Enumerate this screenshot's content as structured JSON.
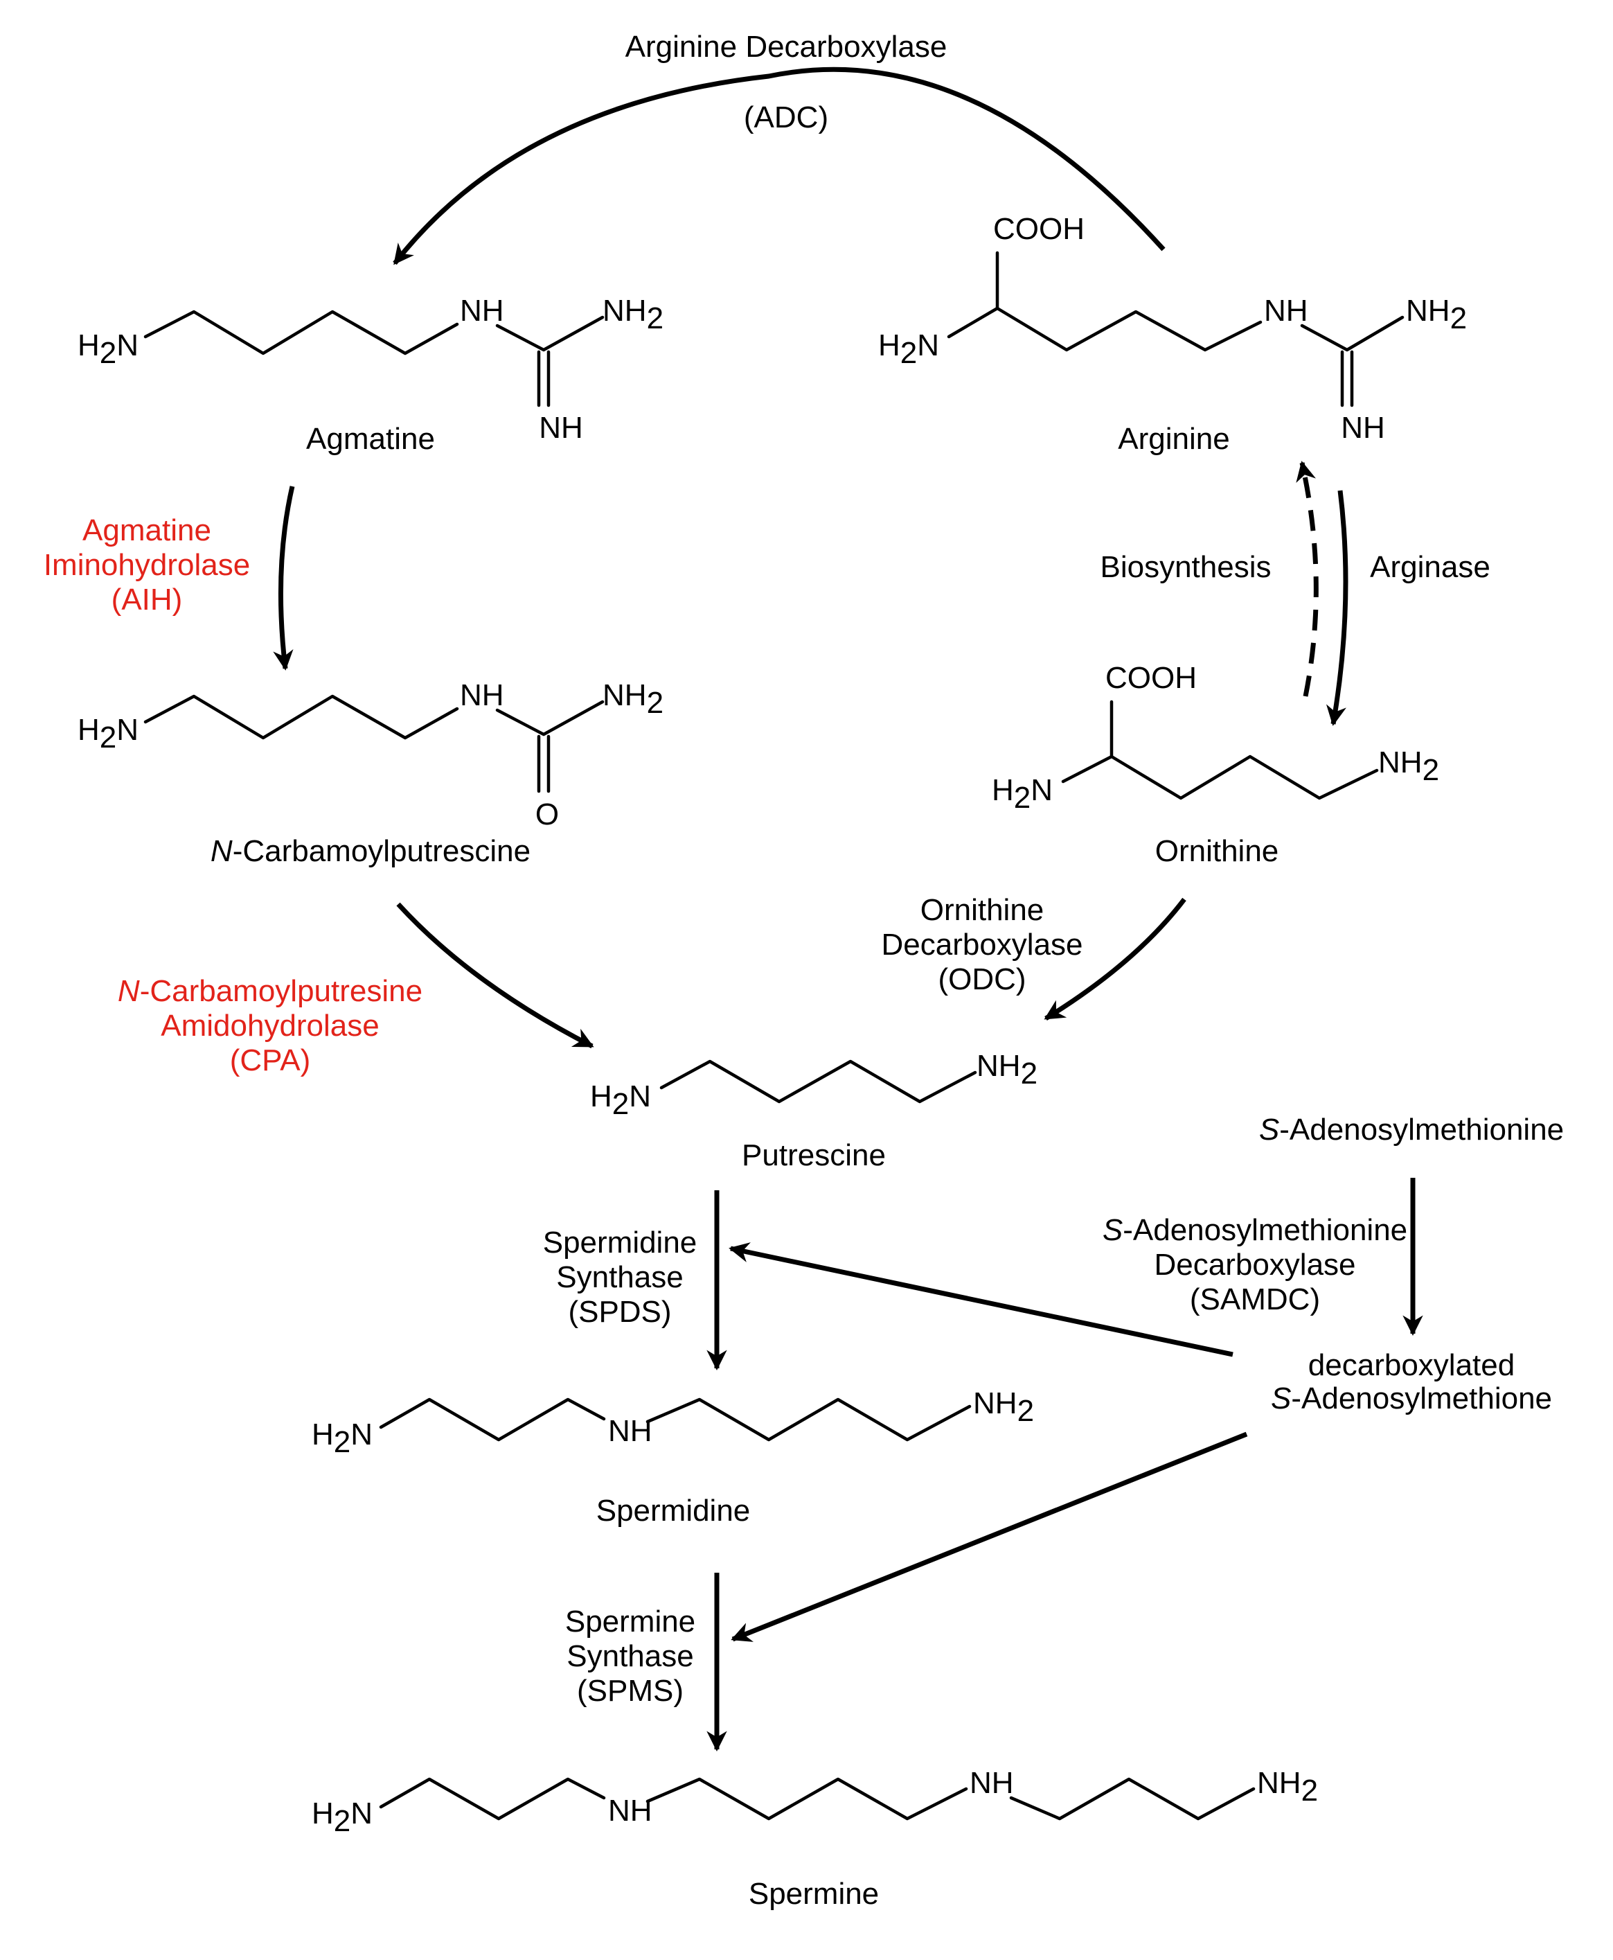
{
  "molecules": {
    "agmatine": {
      "name": "Agmatine",
      "atoms": {
        "amine": "H",
        "amine_sub": "2",
        "amine_n": "N",
        "nh": "NH",
        "nh2": "NH",
        "nh2_sub": "2",
        "imine": "NH"
      }
    },
    "arginine": {
      "name": "Arginine",
      "atoms": {
        "cooh": "COOH",
        "amine": "H",
        "amine_sub": "2",
        "amine_n": "N",
        "nh": "NH",
        "nh2": "NH",
        "nh2_sub": "2",
        "imine": "NH"
      }
    },
    "carbamoylputrescine": {
      "name_italic": "N",
      "name_rest": "-Carbamoylputrescine",
      "atoms": {
        "amine": "H",
        "amine_sub": "2",
        "amine_n": "N",
        "nh": "NH",
        "nh2": "NH",
        "nh2_sub": "2",
        "oxygen": "O"
      }
    },
    "ornithine": {
      "name": "Ornithine",
      "atoms": {
        "cooh": "COOH",
        "amine": "H",
        "amine_sub": "2",
        "amine_n": "N",
        "nh2": "NH",
        "nh2_sub": "2"
      }
    },
    "putrescine": {
      "name": "Putrescine",
      "atoms": {
        "amine": "H",
        "amine_sub": "2",
        "amine_n": "N",
        "nh2": "NH",
        "nh2_sub": "2"
      }
    },
    "spermidine": {
      "name": "Spermidine",
      "atoms": {
        "amine": "H",
        "amine_sub": "2",
        "amine_n": "N",
        "nh": "NH",
        "nh2": "NH",
        "nh2_sub": "2"
      }
    },
    "spermine": {
      "name": "Spermine",
      "atoms": {
        "amine": "H",
        "amine_sub": "2",
        "amine_n": "N",
        "nh_a": "NH",
        "nh_b": "NH",
        "nh2": "NH",
        "nh2_sub": "2"
      }
    },
    "sam": {
      "name_italic": "S",
      "name_rest": "-Adenosylmethionine"
    },
    "dcsam": {
      "line1": "decarboxylated",
      "line2_italic": "S",
      "line2_rest": "-Adenosylmethione"
    }
  },
  "enzymes": {
    "adc": {
      "line1": "Arginine Decarboxylase",
      "line2": "(ADC)"
    },
    "aih": {
      "line1": "Agmatine",
      "line2": "Iminohydrolase",
      "line3": "(AIH)",
      "color": "#e2231a"
    },
    "cpa": {
      "line1_italic": "N",
      "line1_rest": "-Carbamoylputresine",
      "line2": "Amidohydrolase",
      "line3": "(CPA)",
      "color": "#e2231a"
    },
    "odc": {
      "line1": "Ornithine",
      "line2": "Decarboxylase",
      "line3": "(ODC)"
    },
    "biosynthesis": {
      "label": "Biosynthesis"
    },
    "arginase": {
      "label": "Arginase"
    },
    "samdc": {
      "line1_italic": "S",
      "line1_rest": "-Adenosylmethionine",
      "line2": "Decarboxylase",
      "line3": "(SAMDC)"
    },
    "spds": {
      "line1": "Spermidine",
      "line2": "Synthase",
      "line3": "(SPDS)"
    },
    "spms": {
      "line1": "Spermine",
      "line2": "Synthase",
      "line3": "(SPMS)"
    }
  },
  "colors": {
    "text": "#000000",
    "enzyme_highlight": "#e2231a",
    "background": "#ffffff"
  }
}
